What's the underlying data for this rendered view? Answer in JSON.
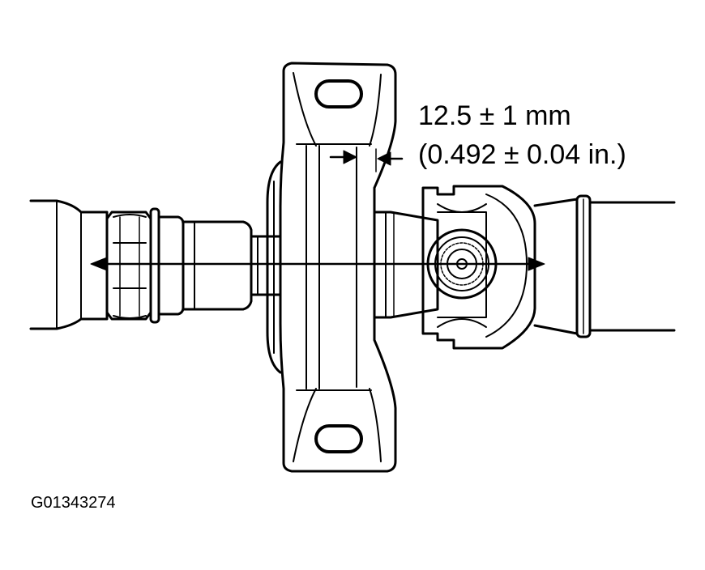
{
  "dimension": {
    "metric": "12.5 ± 1 mm",
    "imperial": "(0.492 ± 0.04 in.)"
  },
  "figure_id": "G01343274",
  "colors": {
    "line": "#000000",
    "background": "#ffffff"
  }
}
